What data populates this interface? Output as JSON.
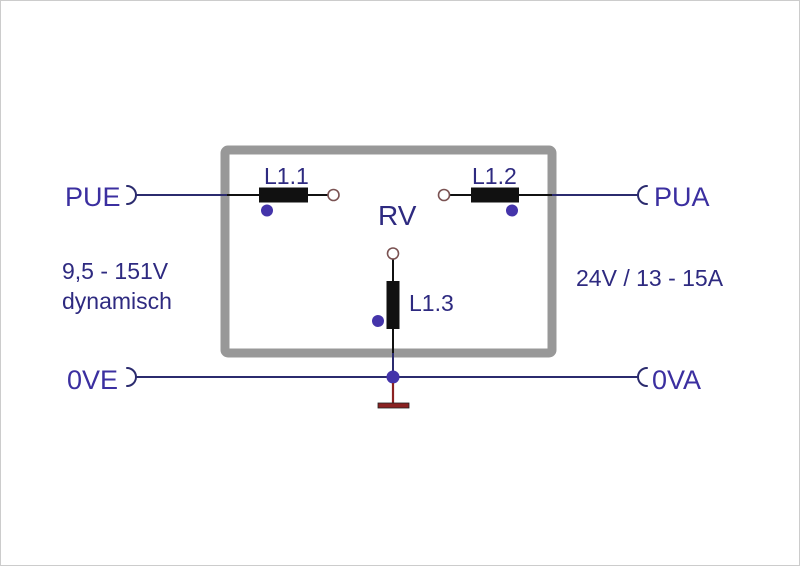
{
  "schematic": {
    "module_label": "RV",
    "terminals": {
      "pue": "PUE",
      "pua": "PUA",
      "ove": "0VE",
      "ova": "0VA"
    },
    "inductors": {
      "l11": "L1.1",
      "l12": "L1.2",
      "l13": "L1.3"
    },
    "input_spec_line1": "9,5 - 151V",
    "input_spec_line2": "dynamisch",
    "output_spec": "24V / 13 - 15A"
  },
  "colors": {
    "label-purple": "#3b2fa0",
    "text-navy": "#2e2a80",
    "wire-navy": "#2b2b6e",
    "component-black": "#111111",
    "box-gray": "#989898",
    "dot-purple": "#4434aa",
    "terminal-outline": "#7a5252",
    "ground-red": "#8b2222",
    "background": "#ffffff"
  }
}
